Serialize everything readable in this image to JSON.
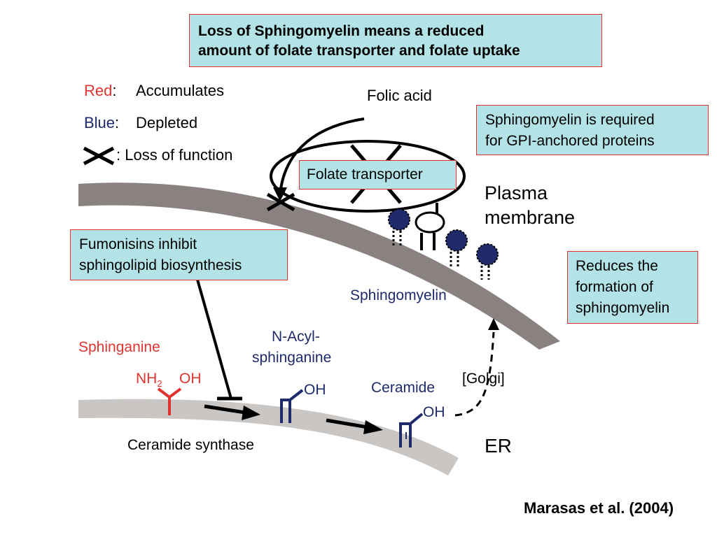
{
  "title_box": {
    "line1": "Loss of Sphingomyelin means a reduced",
    "line2": "amount of folate transporter and folate uptake"
  },
  "gpi_box": {
    "line1": "Sphingomyelin is required",
    "line2": "for GPI-anchored proteins"
  },
  "fumonisins_box": {
    "line1": "Fumonisins inhibit",
    "line2": "sphingolipid biosynthesis"
  },
  "reduces_box": {
    "line1": "Reduces the",
    "line2": "formation of",
    "line3": "sphingomyelin"
  },
  "folate_transporter": "Folate transporter",
  "legend": {
    "red_word": "Red",
    "red_colon": ":",
    "red_desc": "Accumulates",
    "blue_word": "Blue",
    "blue_colon": ":",
    "blue_desc": "Depleted",
    "loss_desc": ":  Loss of function"
  },
  "labels": {
    "folic_acid": "Folic acid",
    "plasma": "Plasma",
    "membrane": "membrane",
    "sphingomyelin": "Sphingomyelin",
    "sphinganine": "Sphinganine",
    "nacyl_1": "N-Acyl-",
    "nacyl_2": "sphinganine",
    "ceramide": "Ceramide",
    "golgi": "[Golgi]",
    "ceramide_synthase": "Ceramide synthase",
    "er": "ER",
    "nh": "NH",
    "sub2": "2",
    "oh": "OH"
  },
  "citation": "Marasas et al. (2004)",
  "colors": {
    "accumulates": "#e0332e",
    "depleted": "#1f2a6b",
    "box_fill": "#b3e3e6",
    "box_border": "#e0332e",
    "membrane": "#8a8280",
    "er": "#c9c6c4"
  }
}
